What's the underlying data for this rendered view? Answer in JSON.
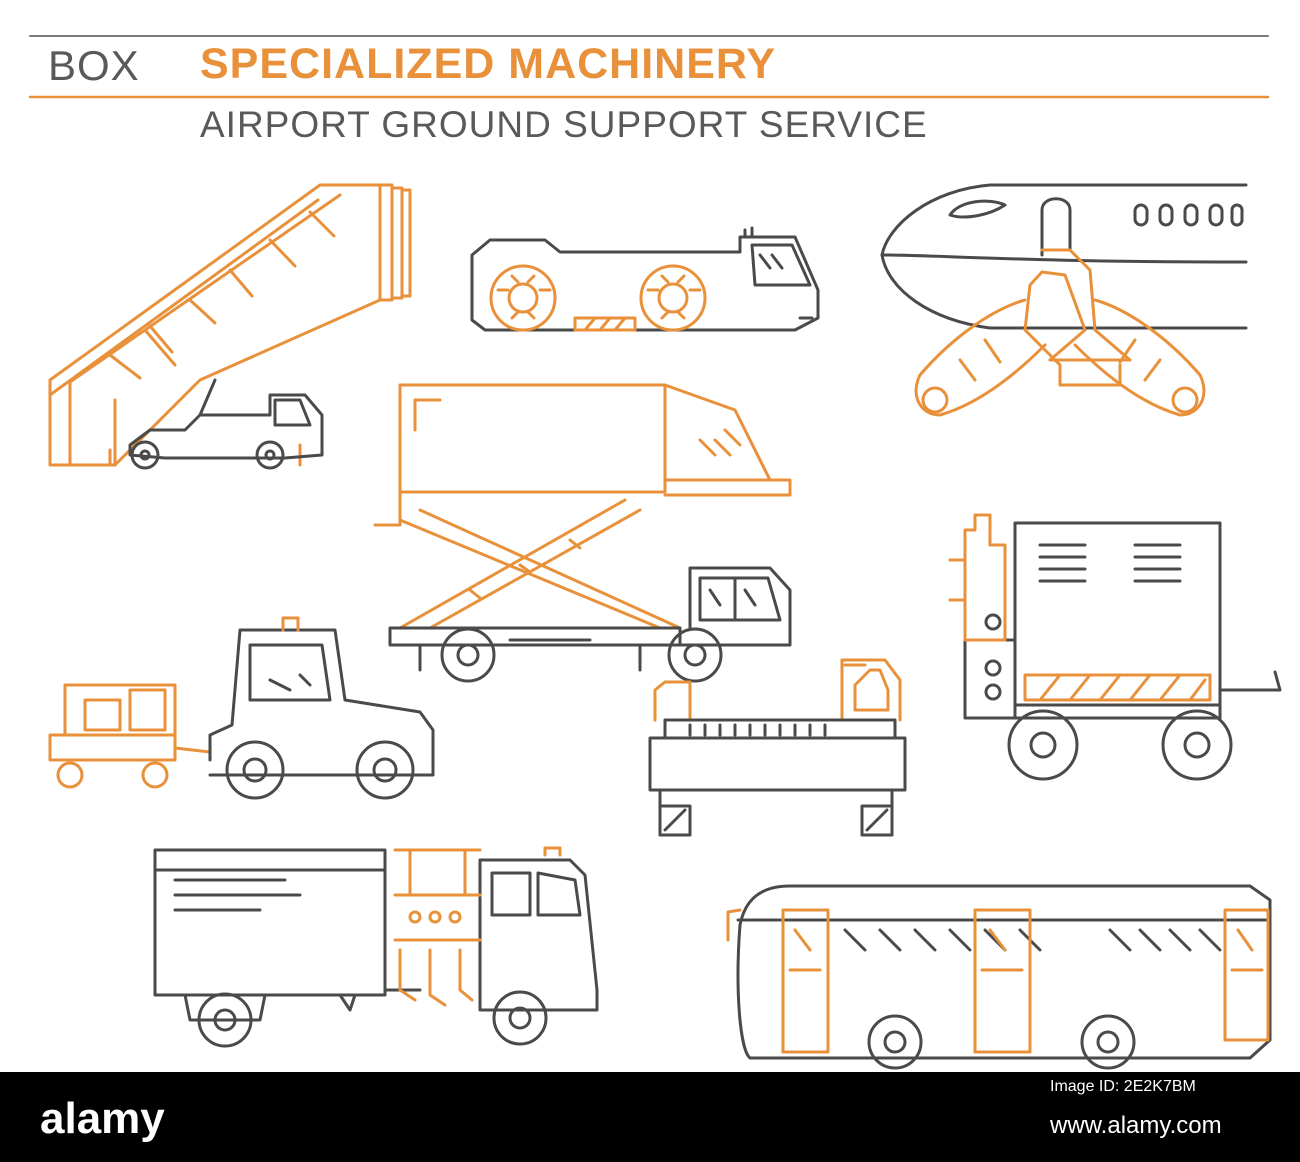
{
  "header": {
    "box_label": "BOX",
    "title": "SPECIALIZED MACHINERY",
    "subtitle": "AIRPORT GROUND SUPPORT SERVICE"
  },
  "footer": {
    "logo_text": "alamy",
    "image_id": "Image ID: 2E2K7BM",
    "url": "www.alamy.com"
  },
  "colors": {
    "accent": "#e8913a",
    "outline": "#4a4a4a",
    "background": "#ffffff",
    "footer_bg": "#000000"
  },
  "illustrations": [
    "passenger-stairs-truck",
    "pushback-tug",
    "jet-bridge-airplane",
    "catering-scissor-lift-truck",
    "ground-power-unit",
    "baggage-tractor-with-cart",
    "belt-loader",
    "service-truck",
    "apron-bus"
  ]
}
